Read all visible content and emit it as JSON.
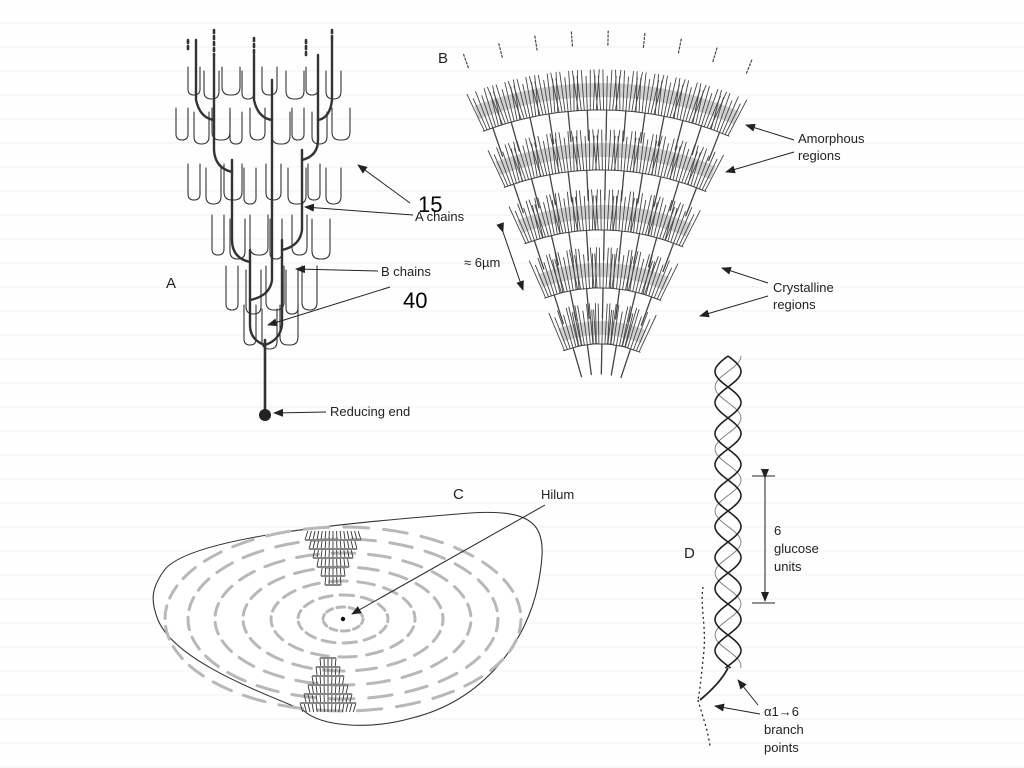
{
  "panels": {
    "a": "A",
    "b": "B",
    "c": "C",
    "d": "D"
  },
  "panel_a": {
    "a_chains": "A chains",
    "b_chains": "B chains",
    "reducing_end": "Reducing end",
    "num_15": "15",
    "num_40": "40"
  },
  "panel_b": {
    "amorphous": [
      "Amorphous",
      "regions"
    ],
    "crystalline": [
      "Crystalline",
      "regions"
    ],
    "scale": "≈ 6µm"
  },
  "panel_c": {
    "hilum": "Hilum"
  },
  "panel_d": {
    "glucose": [
      "6",
      "glucose",
      "units"
    ],
    "branch": [
      "α1→6",
      "branch",
      "points"
    ]
  }
}
